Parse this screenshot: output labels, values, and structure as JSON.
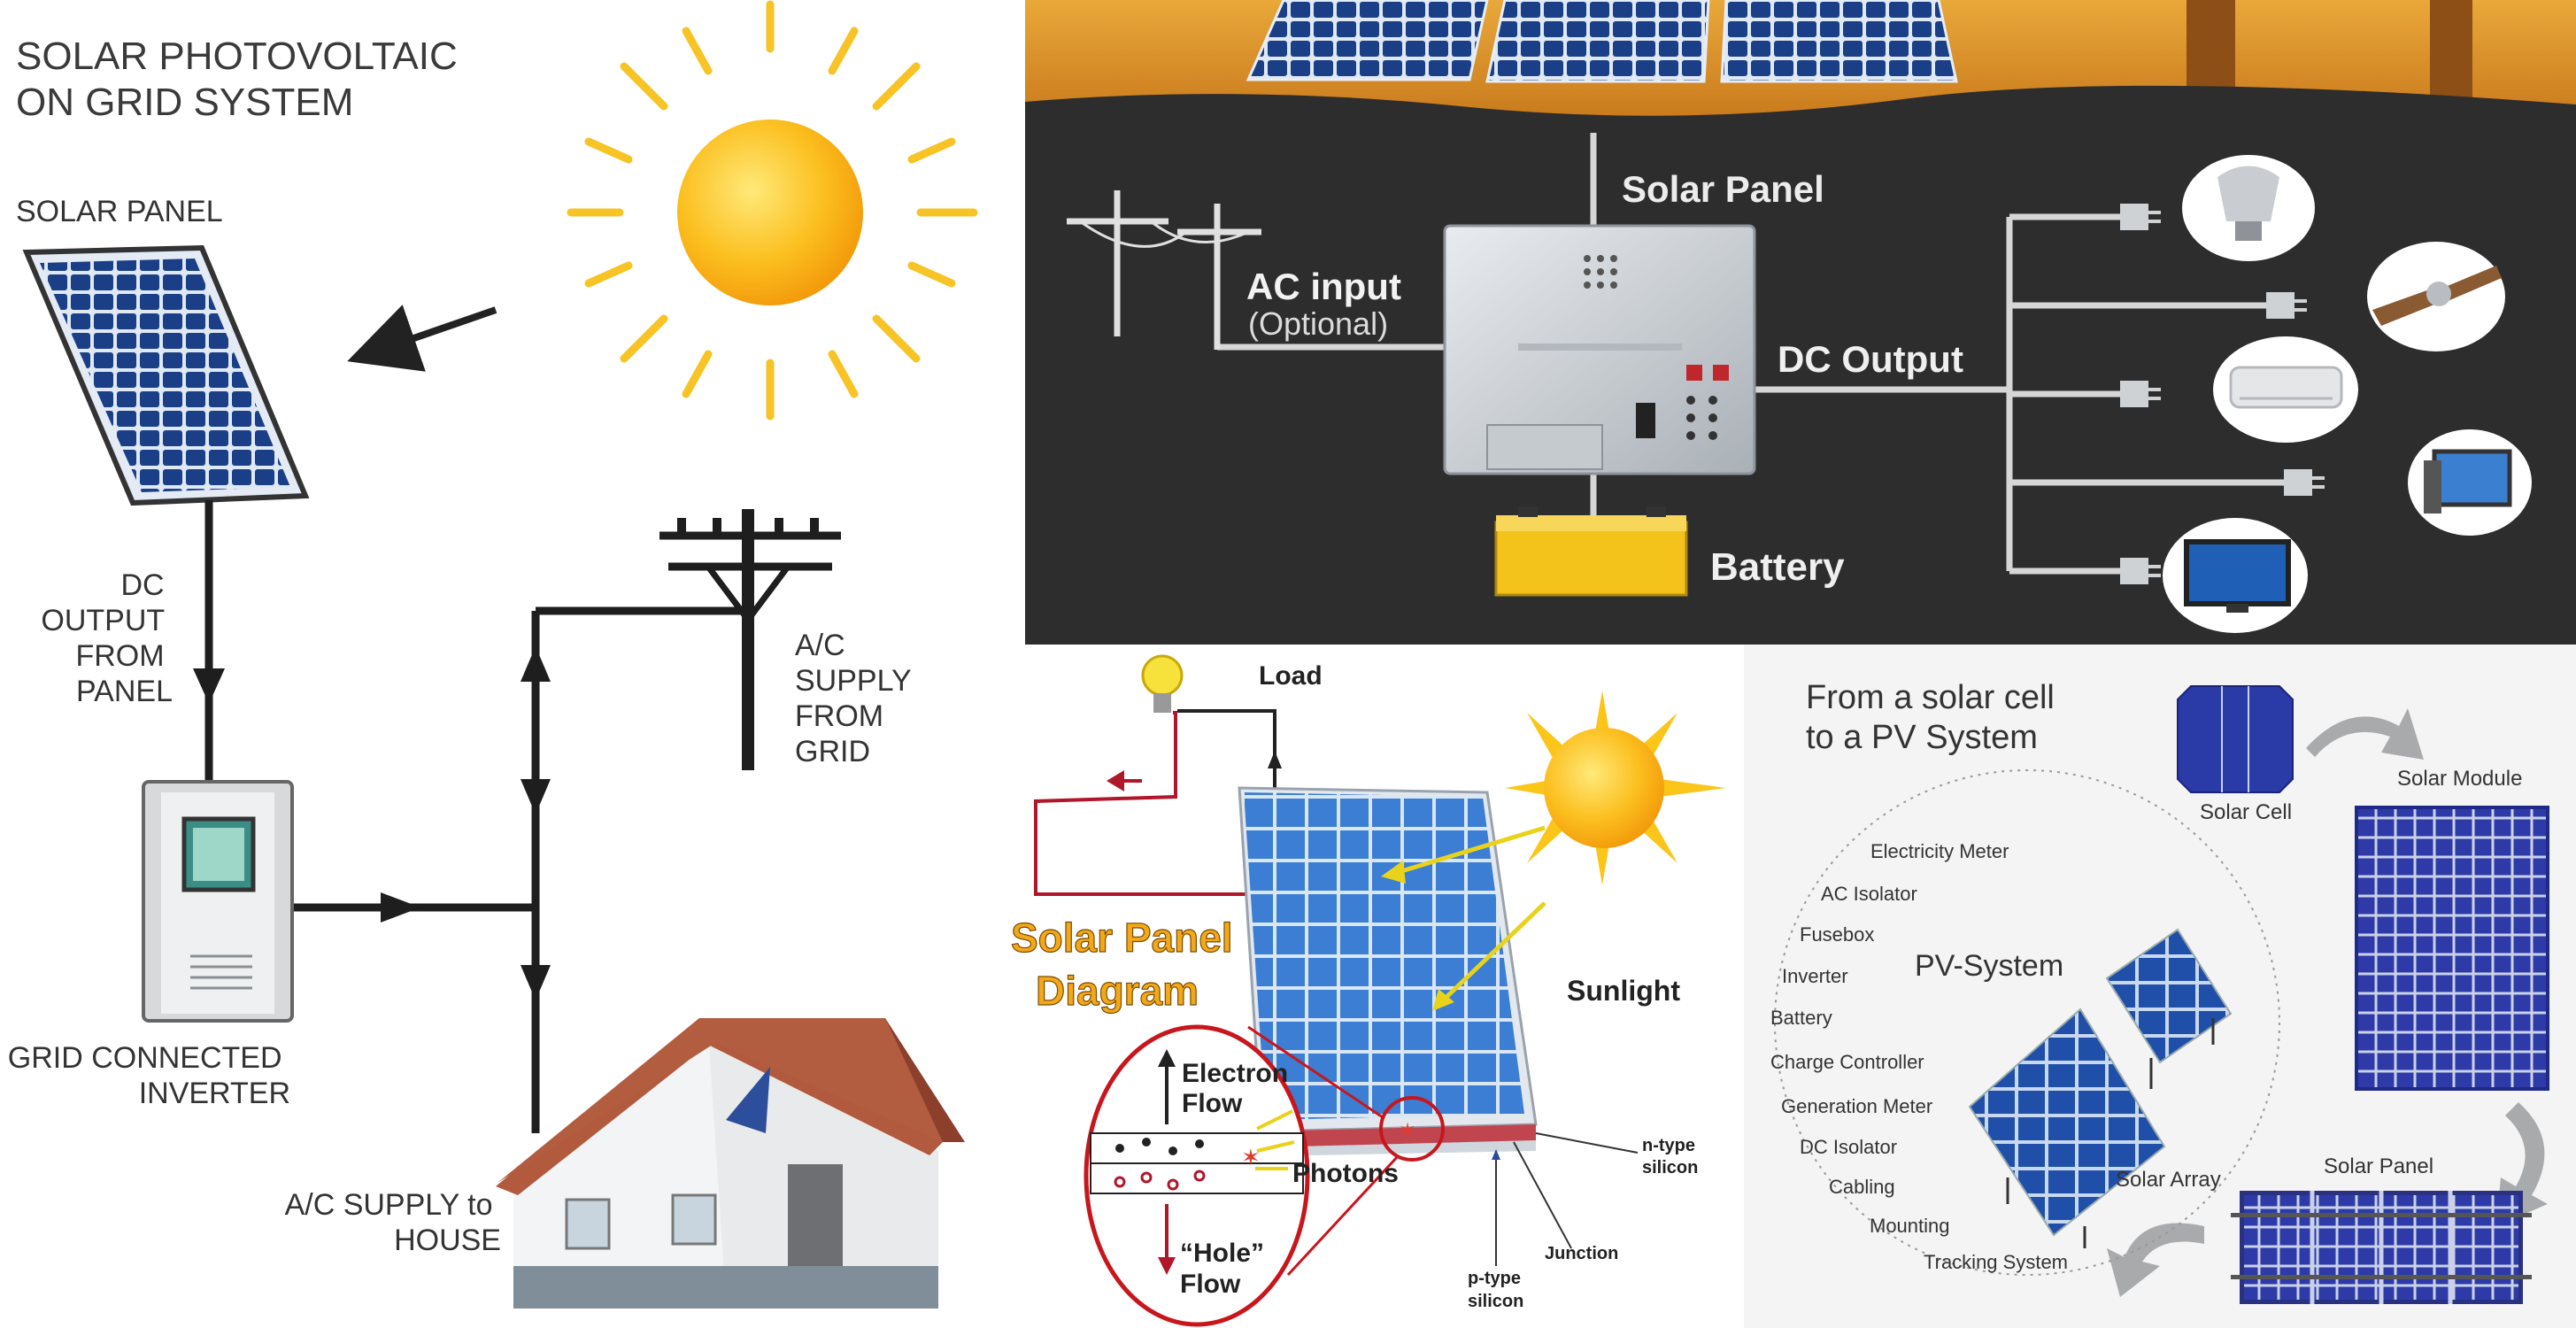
{
  "panel_ongrid": {
    "title_line1": "SOLAR PHOTOVOLTAIC",
    "title_line2": "ON GRID SYSTEM",
    "solar_panel_label": "SOLAR PANEL",
    "dc_output": [
      "DC",
      "OUTPUT",
      "FROM",
      "PANEL"
    ],
    "ac_supply_grid": [
      "A/C",
      "SUPPLY",
      "FROM",
      "GRID"
    ],
    "inverter": [
      "GRID CONNECTED",
      "INVERTER"
    ],
    "house_supply": [
      "A/C SUPPLY to",
      "HOUSE"
    ]
  },
  "panel_offgrid": {
    "solar_panel": "Solar Panel",
    "ac_input": "AC input",
    "ac_optional": "(Optional)",
    "dc_output": "DC Output",
    "battery": "Battery"
  },
  "panel_cell": {
    "load": "Load",
    "title_line1": "Solar Panel",
    "title_line2": "Diagram",
    "sunlight": "Sunlight",
    "electron_flow": [
      "Electron",
      "Flow"
    ],
    "photons": "Photons",
    "hole_flow": [
      "“Hole”",
      "Flow"
    ],
    "n_type": [
      "n-type",
      "silicon"
    ],
    "junction": "Junction",
    "p_type": [
      "p-type",
      "silicon"
    ]
  },
  "panel_pv": {
    "title_line1": "From a solar cell",
    "title_line2": "to a PV System",
    "solar_cell": "Solar Cell",
    "solar_module": "Solar Module",
    "solar_panel": "Solar Panel",
    "solar_array": "Solar Array",
    "pv_system": "PV-System",
    "components": [
      "Electricity Meter",
      "AC Isolator",
      "Fusebox",
      "Inverter",
      "Battery",
      "Charge Controller",
      "Generation Meter",
      "DC Isolator",
      "Cabling",
      "Mounting",
      "Tracking System"
    ]
  }
}
